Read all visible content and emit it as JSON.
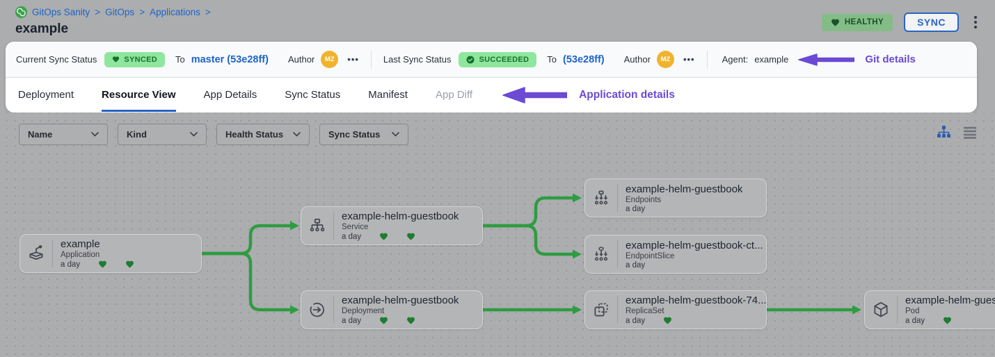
{
  "breadcrumb": {
    "items": [
      "GitOps Sanity",
      "GitOps",
      "Applications"
    ],
    "separator": ">"
  },
  "page": {
    "title": "example"
  },
  "header": {
    "health_badge": "HEALTHY",
    "sync_button": "SYNC"
  },
  "status_bar": {
    "current": {
      "label": "Current Sync Status",
      "badge": "SYNCED",
      "to": "To",
      "revision": "master (53e28ff)",
      "author": "Author",
      "avatar": "MZ",
      "more": "•••"
    },
    "last": {
      "label": "Last Sync Status",
      "badge": "SUCCEEDED",
      "to": "To",
      "revision": "(53e28ff)",
      "author": "Author",
      "avatar": "MZ",
      "more": "•••"
    },
    "agent_label": "Agent:",
    "agent_value": "example",
    "annotation": "Git details"
  },
  "tabs": {
    "deployment": "Deployment",
    "resource_view": "Resource View",
    "app_details": "App Details",
    "sync_status": "Sync Status",
    "manifest": "Manifest",
    "app_diff": "App Diff",
    "active_tab": "Resource View",
    "annotation": "Application details"
  },
  "filters": {
    "name": "Name",
    "kind": "Kind",
    "health_status": "Health Status",
    "sync_status": "Sync Status"
  },
  "canvas": {
    "nodes": [
      {
        "title": "example",
        "kind": "Application",
        "age": "a day",
        "hearts": 2
      },
      {
        "title": "example-helm-guestbook",
        "kind": "Service",
        "age": "a day",
        "hearts": 2
      },
      {
        "title": "example-helm-guestbook",
        "kind": "Deployment",
        "age": "a day",
        "hearts": 2
      },
      {
        "title": "example-helm-guestbook",
        "kind": "Endpoints",
        "age": "a day",
        "hearts": 0
      },
      {
        "title": "example-helm-guestbook-ct...",
        "kind": "EndpointSlice",
        "age": "a day",
        "hearts": 0
      },
      {
        "title": "example-helm-guestbook-74...",
        "kind": "ReplicaSet",
        "age": "a day",
        "hearts": 1
      },
      {
        "title": "example-helm-guest",
        "kind": "Pod",
        "age": "a day",
        "hearts": 1
      }
    ]
  },
  "colors": {
    "accent_blue": "#1f63c8",
    "badge_green_bg": "#8ee79d",
    "badge_green_text": "#15702c",
    "edge_green": "#2e9c40",
    "heart_green": "#1d7c31",
    "annotation_purple": "#6b4ad4",
    "avatar_orange": "#f1b32e"
  }
}
